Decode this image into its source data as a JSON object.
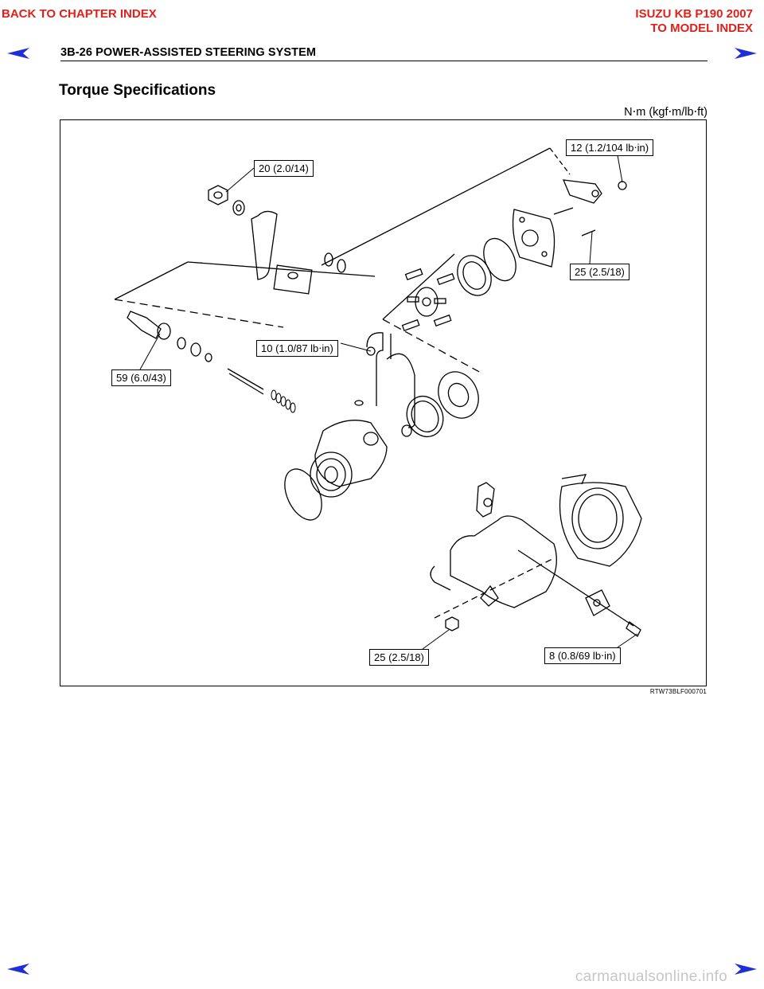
{
  "nav": {
    "back_chapter": "BACK TO CHAPTER INDEX",
    "model_title": "ISUZU KB P190 2007",
    "to_model": "TO MODEL INDEX"
  },
  "header": {
    "title": "3B-26 POWER-ASSISTED STEERING SYSTEM"
  },
  "section": {
    "title": "Torque Specifications",
    "units": "N⋅m (kgf⋅m/lb⋅ft)"
  },
  "callouts": {
    "c1": "20 (2.0/14)",
    "c2": "12 (1.2/104 lb⋅in)",
    "c3": "25 (2.5/18)",
    "c4": "10 (1.0/87 lb⋅in)",
    "c5": "59 (6.0/43)",
    "c6": "25 (2.5/18)",
    "c7": "8 (0.8/69 lb⋅in)"
  },
  "figure": {
    "code": "RTW73BLF000701"
  },
  "watermark": "carmanualsonline.info",
  "colors": {
    "link_red": "#e0201a",
    "arrow_blue": "#1f2fd6",
    "watermark_gray": "#c7c7c7"
  }
}
